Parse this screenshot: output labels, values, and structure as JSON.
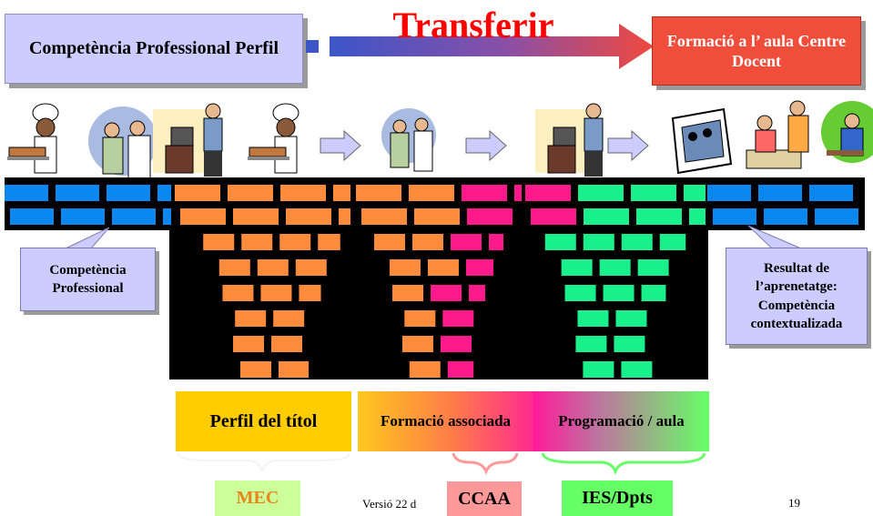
{
  "header": {
    "source_label": "Competència Professional Perfil",
    "arrow_label": "Transferir",
    "target_label": "Formació a l’ aula Centre Docent"
  },
  "callouts": {
    "left": "Competència Professional",
    "right": "Resultat de l’aprenetatge: Competència contextualizada"
  },
  "funnel_labels": {
    "perfil": "Perfil del títol",
    "formacio": "Formació associada",
    "programacio": "Programació / aula"
  },
  "tags": {
    "mec": "MEC",
    "ccaa": "CCAA",
    "ies": "IES/Dpts"
  },
  "footer": {
    "version": "Versió 22 d",
    "page": "19"
  },
  "colors": {
    "blue_brick": "#0a88f0",
    "orange_brick": "#ff8c3c",
    "pink_brick": "#ff1a8c",
    "green_brick": "#19f08c",
    "wall_bg": "#000000",
    "callout_bg": "#ccccff",
    "target_bg": "#f04d3b",
    "arrow_text": "#ff0000"
  },
  "icons": [
    "baker-icon",
    "doctor-patient-icon",
    "office-worker-icon",
    "students-icon",
    "classroom-icon"
  ]
}
